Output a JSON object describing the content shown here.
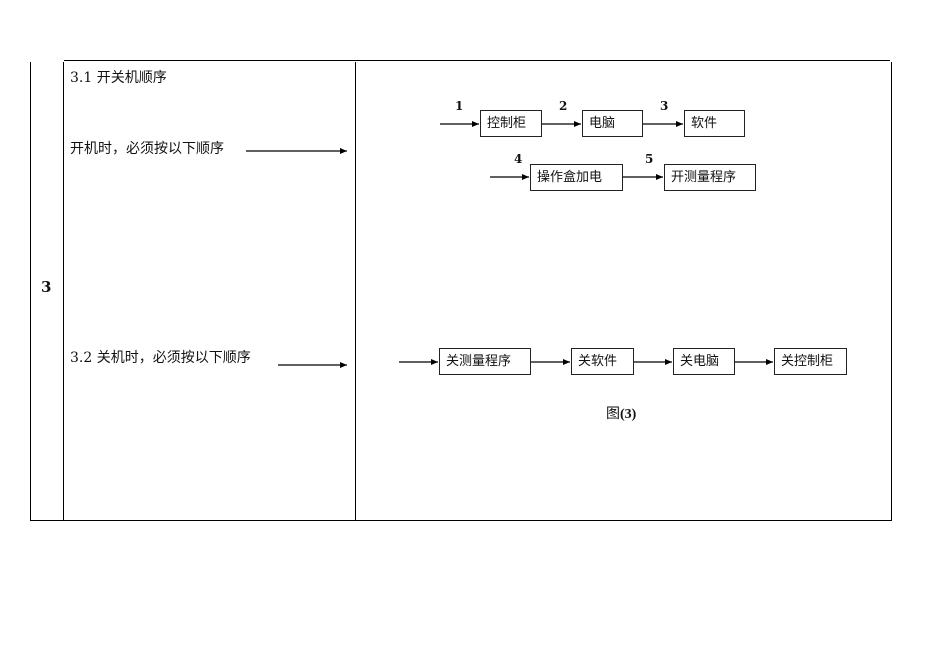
{
  "section_number": "3",
  "left": {
    "heading": "3.1 开关机顺序",
    "startup_text": "开机时，必须按以下顺序",
    "shutdown_text": "3.2 关机时，必须按以下顺序"
  },
  "startup": {
    "row1": [
      {
        "step": "1",
        "label": "控制柜"
      },
      {
        "step": "2",
        "label": "电脑"
      },
      {
        "step": "3",
        "label": "软件"
      }
    ],
    "row2": [
      {
        "step": "4",
        "label": "操作盒加电"
      },
      {
        "step": "5",
        "label": "开测量程序"
      }
    ]
  },
  "shutdown": [
    {
      "label": "关测量程序"
    },
    {
      "label": "关软件"
    },
    {
      "label": "关电脑"
    },
    {
      "label": "关控制柜"
    }
  ],
  "figure_caption": {
    "prefix": "图",
    "number": "(3)"
  }
}
